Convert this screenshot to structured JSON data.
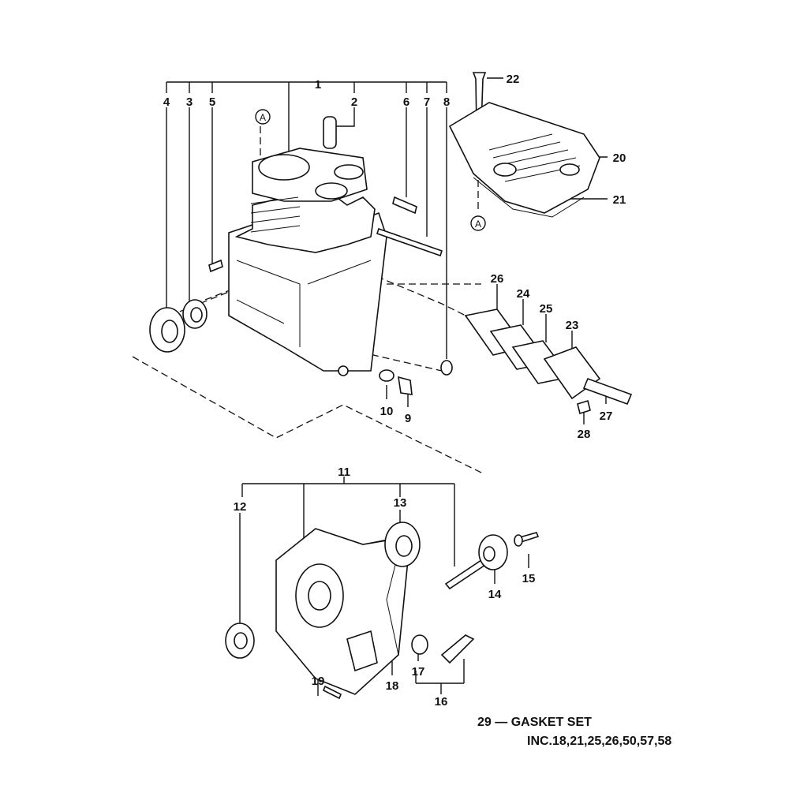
{
  "diagram": {
    "labels": {
      "p1": "1",
      "p2": "2",
      "p3": "3",
      "p4": "4",
      "p5": "5",
      "p6": "6",
      "p7": "7",
      "p8": "8",
      "p9": "9",
      "p10": "10",
      "p11": "11",
      "p12": "12",
      "p13": "13",
      "p14": "14",
      "p15": "15",
      "p16": "16",
      "p17": "17",
      "p18": "18",
      "p19": "19",
      "p20": "20",
      "p21": "21",
      "p22": "22",
      "p23": "23",
      "p24": "24",
      "p25": "25",
      "p26": "26",
      "p27": "27",
      "p28": "28"
    },
    "callout_a": "A",
    "note": {
      "line1": "29 — GASKET SET",
      "line2": "INC.18,21,25,26,50,57,58"
    }
  }
}
